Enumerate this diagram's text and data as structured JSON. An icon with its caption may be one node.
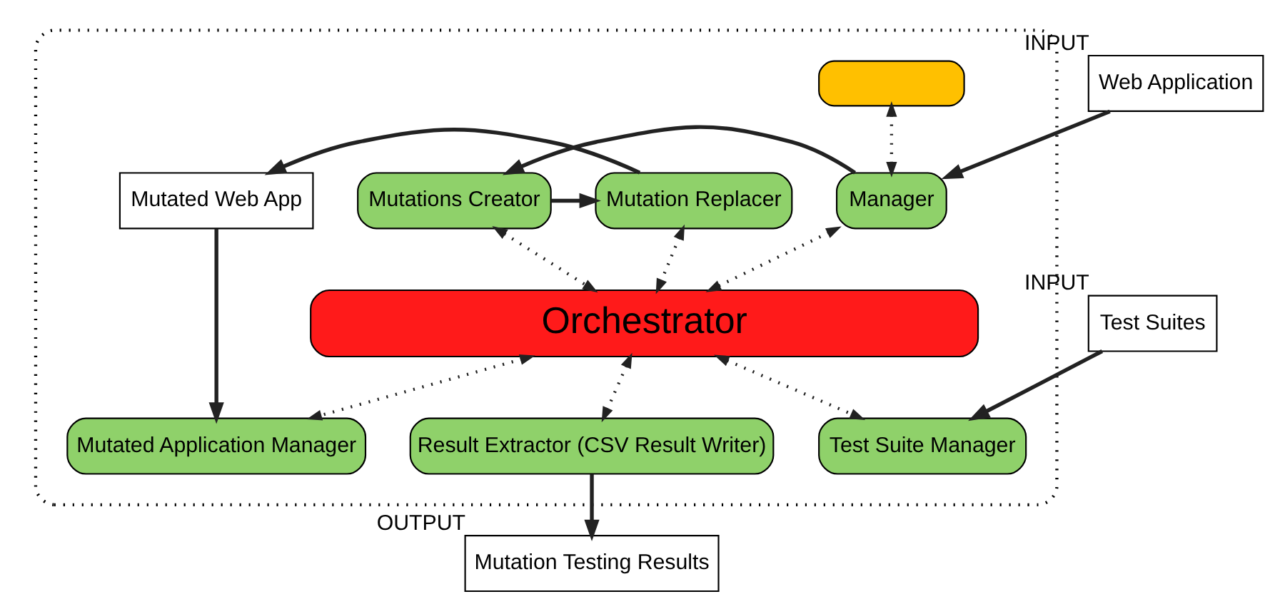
{
  "diagram": {
    "nodes": [
      {
        "text": [],
        "shape": "box"
      },
      {
        "text": [],
        "shape": "box",
        "in": 0
      },
      {
        "text": [
          "Web Application"
        ],
        "beside": [
          "INPUT"
        ]
      },
      {
        "text": [
          "Manager"
        ],
        "in": 0
      },
      {
        "text": [
          "Mutations Creator"
        ],
        "in": 0
      },
      {
        "text": [
          "Mutation Replacer"
        ],
        "in": 0
      },
      {
        "text": [
          "Mutated Web App"
        ],
        "in": 0
      },
      {
        "text": [
          "Orchestrator"
        ],
        "in": 0
      },
      {
        "text": [
          "Test Suites"
        ],
        "beside": [
          "INPUT"
        ]
      },
      {
        "text": [
          "Test Suite Manager"
        ],
        "in": 0
      },
      {
        "text": [
          "Result Extractor (CSV Result Writer)"
        ],
        "in": 0
      },
      {
        "text": [
          "Mutated Application Manager"
        ],
        "in": 0
      },
      {
        "text": [
          "Mutation Testing Results"
        ],
        "beside": [
          "OUTPUT"
        ]
      }
    ],
    "edges": [
      {
        "from": 1,
        "to": 3,
        "arrow": "both",
        "style": "dashed"
      },
      {
        "from": 2,
        "to": 3,
        "arrow": "to"
      },
      {
        "from": 3,
        "to": 4,
        "arrow": "to"
      },
      {
        "from": 4,
        "to": 5,
        "arrow": "to"
      },
      {
        "from": 5,
        "to": 6,
        "arrow": "to"
      },
      {
        "from": 3,
        "to": 7,
        "arrow": "both",
        "style": "dashed"
      },
      {
        "from": 4,
        "to": 7,
        "arrow": "both",
        "style": "dashed"
      },
      {
        "from": 5,
        "to": 7,
        "arrow": "both",
        "style": "dashed"
      },
      {
        "from": 6,
        "to": 11,
        "arrow": "to"
      },
      {
        "from": 8,
        "to": 9,
        "arrow": "to"
      },
      {
        "from": 7,
        "to": 9,
        "arrow": "both",
        "style": "dashed"
      },
      {
        "from": 7,
        "to": 10,
        "arrow": "both",
        "style": "dashed"
      },
      {
        "from": 7,
        "to": 11,
        "arrow": "both",
        "style": "dashed"
      },
      {
        "from": 10,
        "to": 12,
        "arrow": "to"
      }
    ]
  }
}
